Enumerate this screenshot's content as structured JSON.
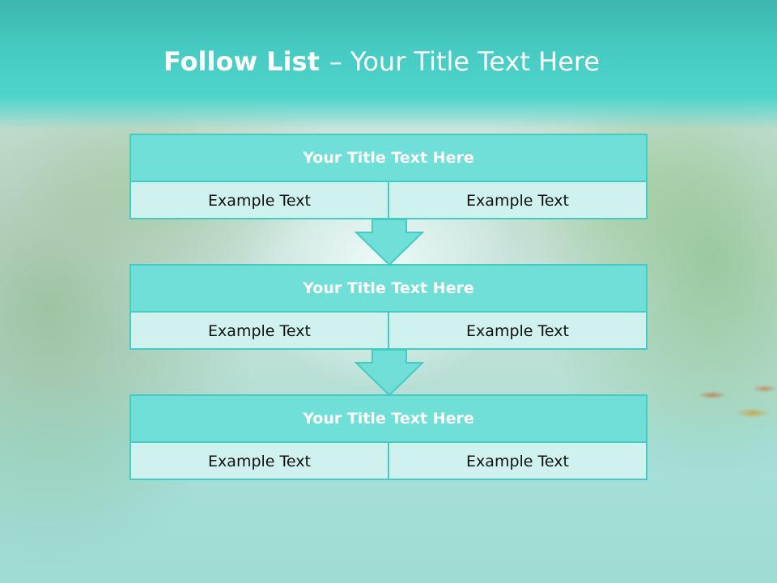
{
  "slide": {
    "title_bold": "Follow List",
    "title_rest": "– Your Title Text Here"
  },
  "steps": [
    {
      "title": "Your Title Text Here",
      "left": "Example Text",
      "right": "Example Text"
    },
    {
      "title": "Your Title Text Here",
      "left": "Example Text",
      "right": "Example Text"
    },
    {
      "title": "Your Title Text Here",
      "left": "Example Text",
      "right": "Example Text"
    }
  ],
  "colors": {
    "accent": "#46cbc3",
    "header_fill": "#6fdfd8",
    "cell_fill": "#d0f2ef",
    "title_text": "#ffffff"
  }
}
